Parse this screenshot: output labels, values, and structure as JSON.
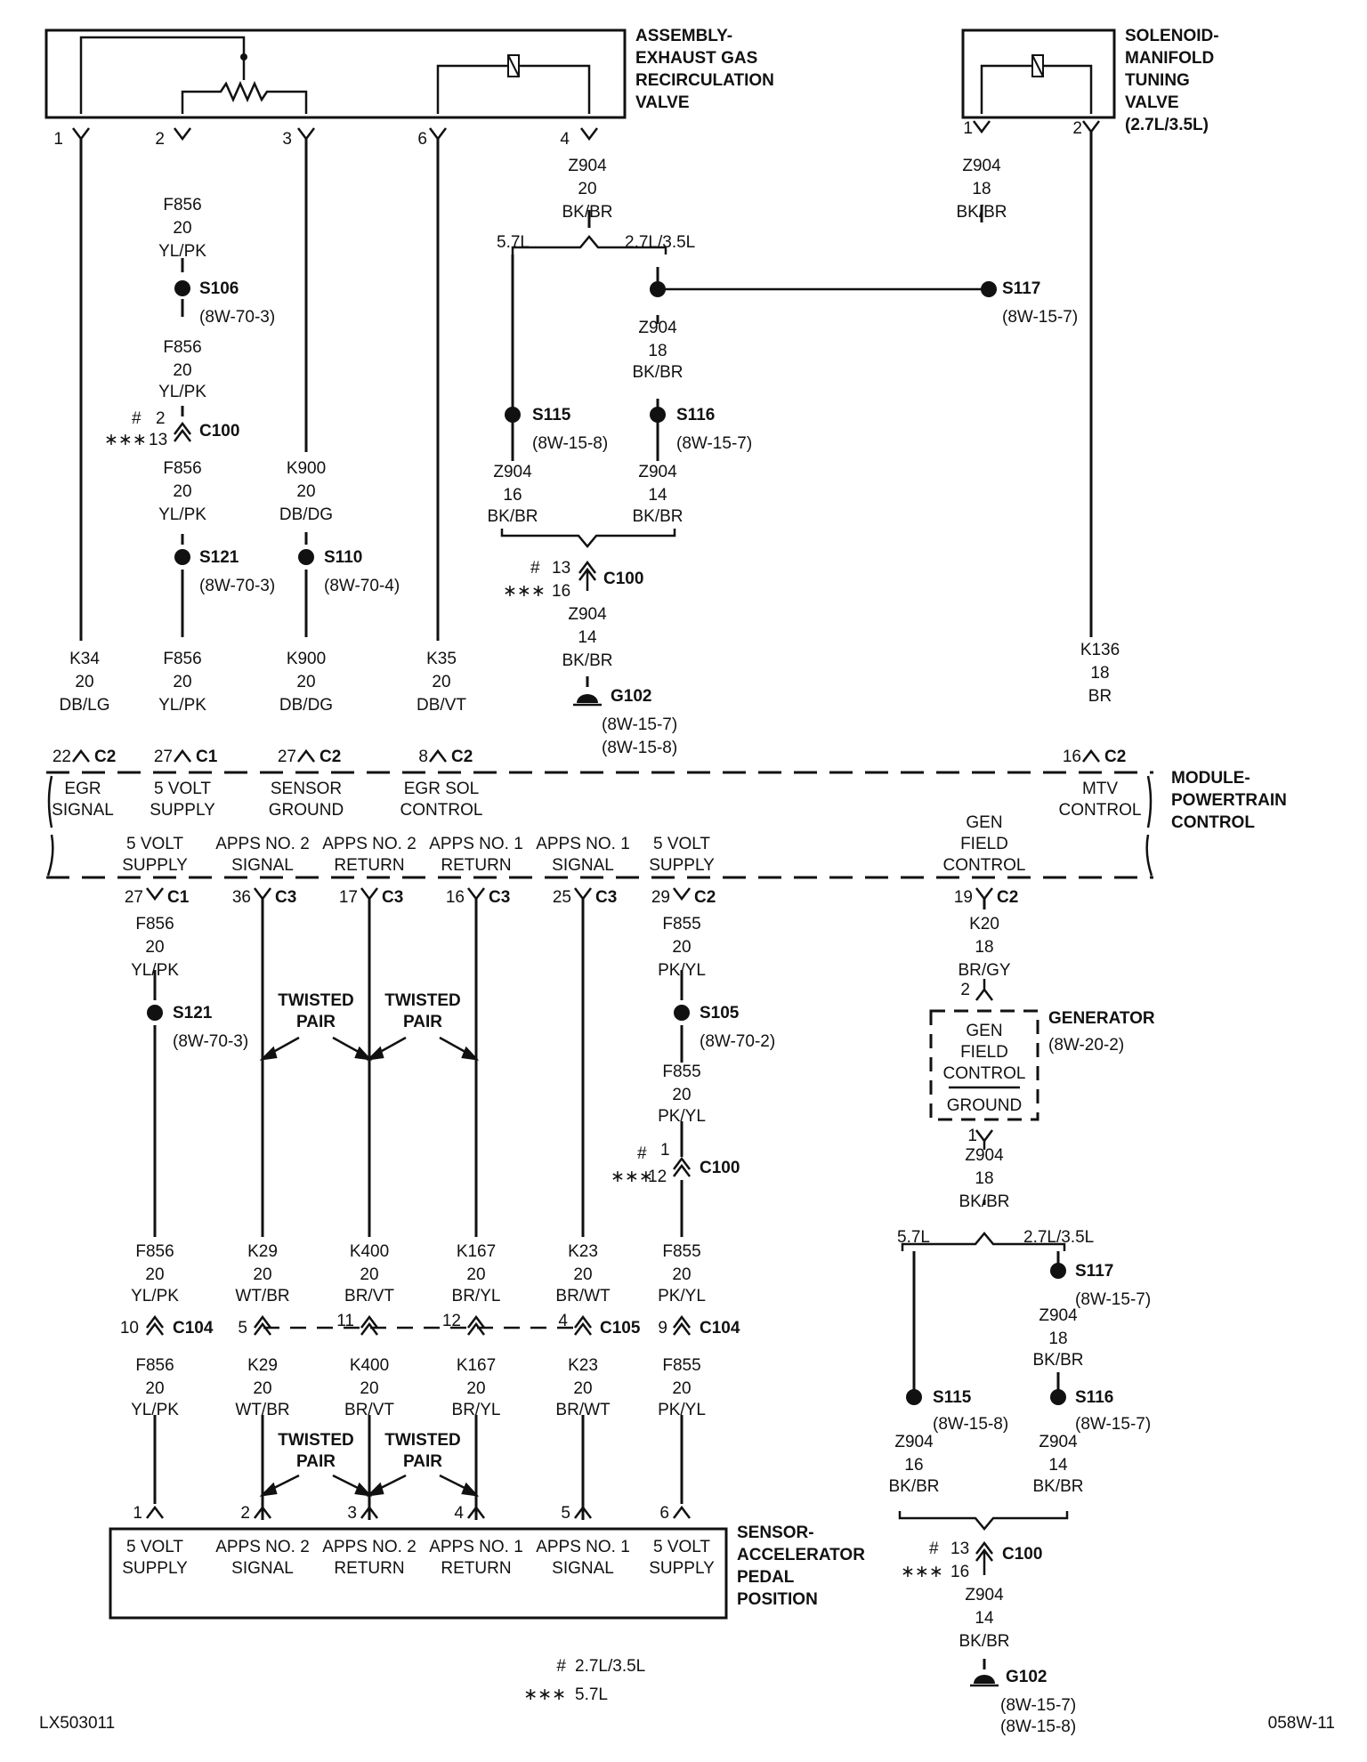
{
  "components": {
    "egr_valve": [
      "ASSEMBLY-",
      "EXHAUST GAS",
      "RECIRCULATION",
      "VALVE"
    ],
    "mtv": [
      "SOLENOID-",
      "MANIFOLD",
      "TUNING",
      "VALVE",
      "(2.7L/3.5L)"
    ],
    "pcm": [
      "MODULE-",
      "POWERTRAIN",
      "CONTROL"
    ],
    "generator": "GENERATOR",
    "generator_ref": "(8W-20-2)",
    "appsensor": [
      "SENSOR-",
      "ACCELERATOR",
      "PEDAL",
      "POSITION"
    ]
  },
  "egr_pins": [
    "1",
    "2",
    "3",
    "6",
    "4"
  ],
  "mtv_pins": [
    "1",
    "2"
  ],
  "wires": {
    "f856": "F856",
    "k900": "K900",
    "k34": "K34",
    "k35": "K35",
    "k136": "K136",
    "z904": "Z904",
    "f855": "F855",
    "k20": "K20",
    "k29": "K29",
    "k400": "K400",
    "k167": "K167",
    "k23": "K23",
    "g14": "14",
    "g16": "16",
    "g18": "18",
    "g20": "20",
    "yl_pk": "YL/PK",
    "db_dg": "DB/DG",
    "db_lg": "DB/LG",
    "db_vt": "DB/VT",
    "br": "BR",
    "bk_br": "BK/BR",
    "pk_yl": "PK/YL",
    "br_gy": "BR/GY",
    "wt_br": "WT/BR",
    "br_vt": "BR/VT",
    "br_yl": "BR/YL",
    "br_wt": "BR/WT"
  },
  "splices": {
    "s106": "S106",
    "s121": "S121",
    "s110": "S110",
    "s115": "S115",
    "s116": "S116",
    "s117": "S117",
    "s105": "S105",
    "g102": "G102"
  },
  "refs": {
    "r703": "(8W-70-3)",
    "r704": "(8W-70-4)",
    "r702": "(8W-70-2)",
    "r157": "(8W-15-7)",
    "r158": "(8W-15-8)"
  },
  "connectors": {
    "c1": "C1",
    "c2": "C2",
    "c3": "C3",
    "c100": "C100",
    "c104": "C104",
    "c105": "C105"
  },
  "pcm_pins_top": [
    {
      "pin": "22",
      "conn": "C2",
      "label": [
        "EGR",
        "SIGNAL"
      ]
    },
    {
      "pin": "27",
      "conn": "C1",
      "label": [
        "5 VOLT",
        "SUPPLY"
      ]
    },
    {
      "pin": "27",
      "conn": "C2",
      "label": [
        "SENSOR",
        "GROUND"
      ]
    },
    {
      "pin": "8",
      "conn": "C2",
      "label": [
        "EGR SOL",
        "CONTROL"
      ]
    },
    {
      "pin": "16",
      "conn": "C2",
      "label": [
        "MTV",
        "CONTROL"
      ]
    }
  ],
  "pcm_pins_bottom": [
    {
      "pin": "27",
      "conn": "C1",
      "label": [
        "5 VOLT",
        "SUPPLY"
      ]
    },
    {
      "pin": "36",
      "conn": "C3",
      "label": [
        "APPS NO. 2",
        "SIGNAL"
      ]
    },
    {
      "pin": "17",
      "conn": "C3",
      "label": [
        "APPS NO. 2",
        "RETURN"
      ]
    },
    {
      "pin": "16",
      "conn": "C3",
      "label": [
        "APPS NO. 1",
        "RETURN"
      ]
    },
    {
      "pin": "25",
      "conn": "C3",
      "label": [
        "APPS NO. 1",
        "SIGNAL"
      ]
    },
    {
      "pin": "29",
      "conn": "C2",
      "label": [
        "5 VOLT",
        "SUPPLY"
      ]
    },
    {
      "pin": "19",
      "conn": "C2",
      "label": [
        "GEN",
        "FIELD",
        "CONTROL"
      ]
    }
  ],
  "appsensor_pins": [
    {
      "pin": "1",
      "label": [
        "5 VOLT",
        "SUPPLY"
      ]
    },
    {
      "pin": "2",
      "label": [
        "APPS NO. 2",
        "SIGNAL"
      ]
    },
    {
      "pin": "3",
      "label": [
        "APPS NO. 2",
        "RETURN"
      ]
    },
    {
      "pin": "4",
      "label": [
        "APPS NO. 1",
        "RETURN"
      ]
    },
    {
      "pin": "5",
      "label": [
        "APPS NO. 1",
        "SIGNAL"
      ]
    },
    {
      "pin": "6",
      "label": [
        "5 VOLT",
        "SUPPLY"
      ]
    }
  ],
  "gen_internal": [
    "GEN",
    "FIELD",
    "CONTROL",
    "GROUND"
  ],
  "gen_pins": [
    "2",
    "1"
  ],
  "twisted_pair": [
    "TWISTED",
    "PAIR"
  ],
  "engine_variants": {
    "v57": "5.7L",
    "v2735": "2.7L/3.5L"
  },
  "conn_pin_numbers": {
    "n1": "1",
    "n2": "2",
    "n4": "4",
    "n5": "5",
    "n9": "9",
    "n10": "10",
    "n11": "11",
    "n12": "12",
    "n13": "13",
    "n16": "16"
  },
  "marks": {
    "hash": "#",
    "stars": "∗∗∗"
  },
  "legend": [
    {
      "mark": "#",
      "text": "2.7L/3.5L"
    },
    {
      "mark": "∗∗∗",
      "text": "5.7L"
    }
  ],
  "footer": {
    "left": "LX503011",
    "right": "058W-11"
  }
}
